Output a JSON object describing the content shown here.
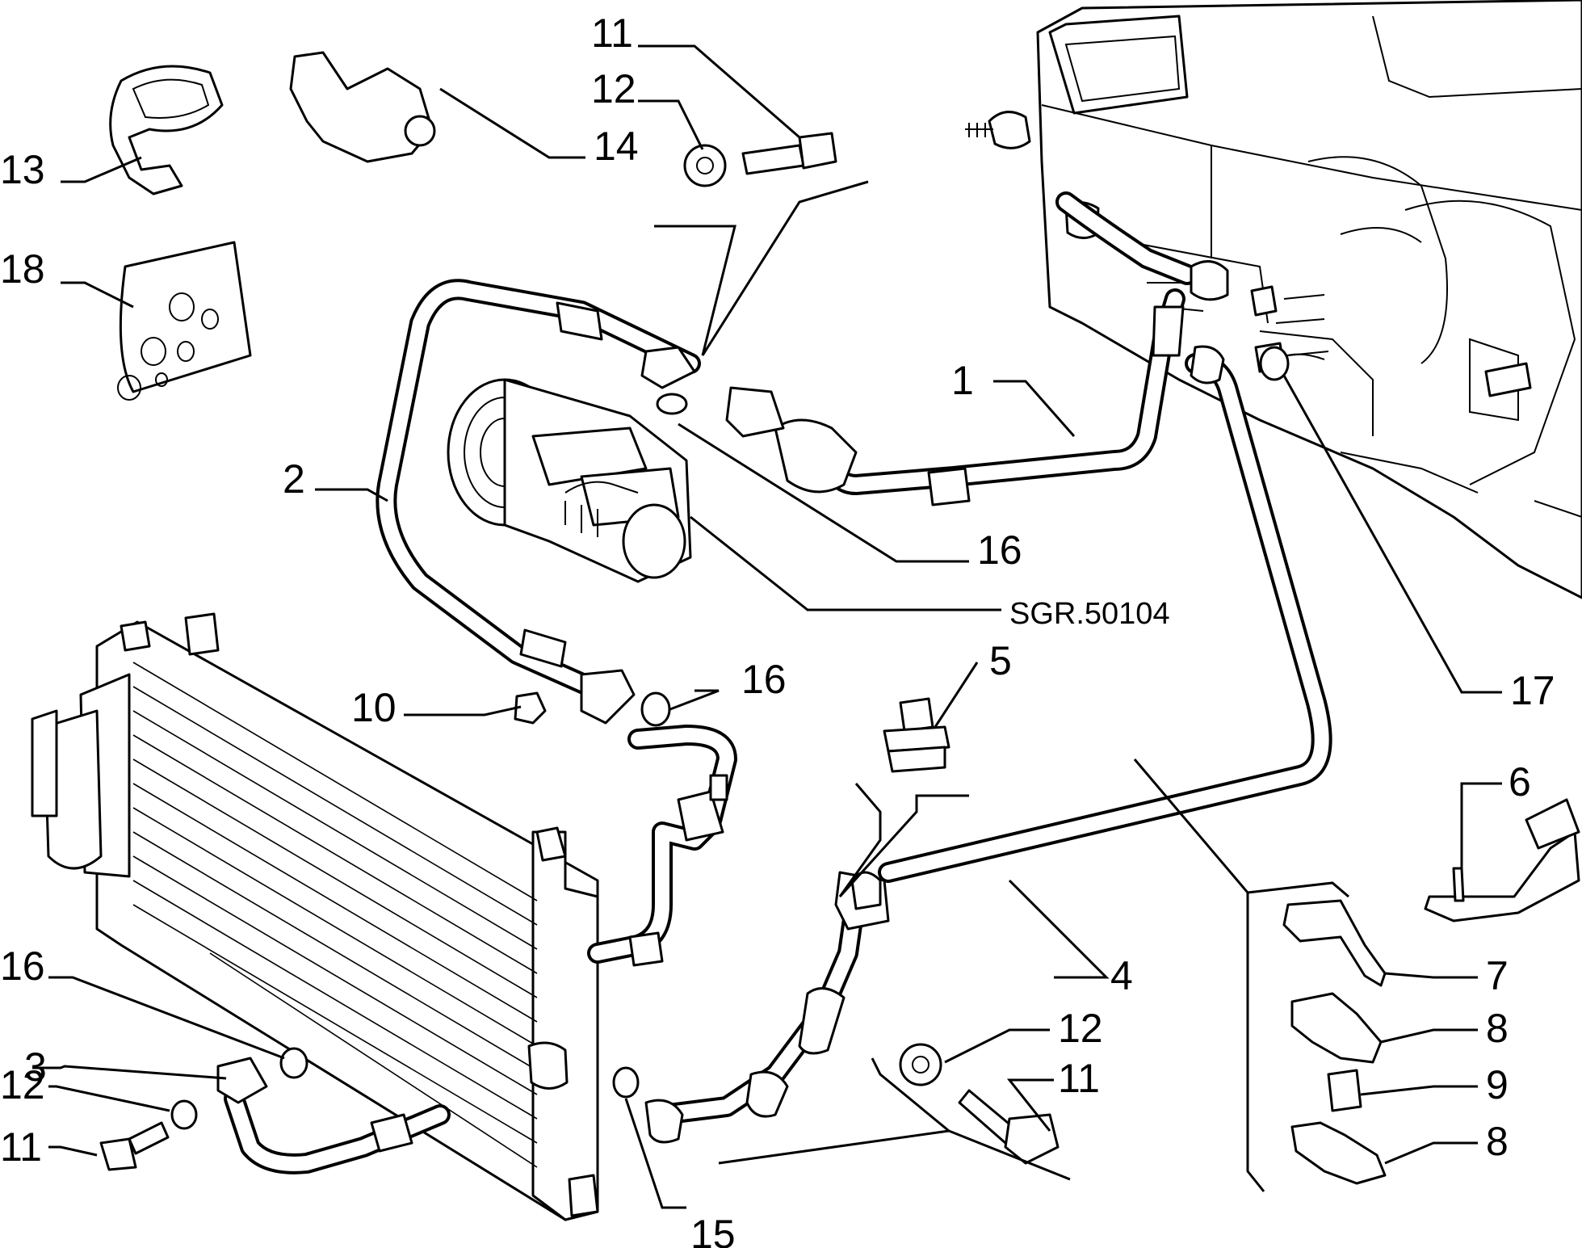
{
  "diagram": {
    "reference_code": "SGR.50104",
    "callouts": [
      {
        "id": "c1",
        "text": "1"
      },
      {
        "id": "c2",
        "text": "2"
      },
      {
        "id": "c3",
        "text": "3"
      },
      {
        "id": "c4",
        "text": "4"
      },
      {
        "id": "c5",
        "text": "5"
      },
      {
        "id": "c6",
        "text": "6"
      },
      {
        "id": "c7",
        "text": "7"
      },
      {
        "id": "c8a",
        "text": "8"
      },
      {
        "id": "c8b",
        "text": "8"
      },
      {
        "id": "c9",
        "text": "9"
      },
      {
        "id": "c10",
        "text": "10"
      },
      {
        "id": "c11a",
        "text": "11"
      },
      {
        "id": "c11b",
        "text": "11"
      },
      {
        "id": "c11c",
        "text": "11"
      },
      {
        "id": "c12a",
        "text": "12"
      },
      {
        "id": "c12b",
        "text": "12"
      },
      {
        "id": "c12c",
        "text": "12"
      },
      {
        "id": "c13",
        "text": "13"
      },
      {
        "id": "c14",
        "text": "14"
      },
      {
        "id": "c15",
        "text": "15"
      },
      {
        "id": "c16a",
        "text": "16"
      },
      {
        "id": "c16b",
        "text": "16"
      },
      {
        "id": "c16c",
        "text": "16"
      },
      {
        "id": "c17",
        "text": "17"
      },
      {
        "id": "c18",
        "text": "18"
      }
    ]
  }
}
